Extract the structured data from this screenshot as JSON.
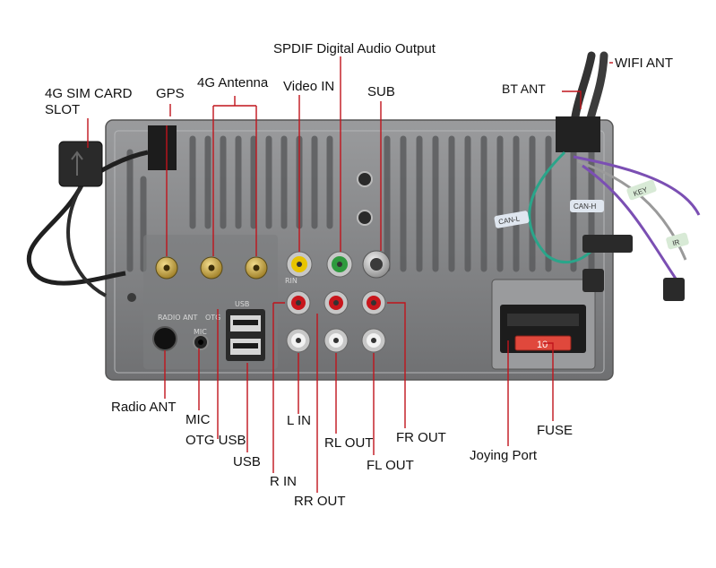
{
  "labels": {
    "spdif": "SPDIF Digital Audio Output",
    "wifi_ant": "WIFI ANT",
    "sim_line1": "4G SIM CARD",
    "sim_line2": "SLOT",
    "gps": "GPS",
    "antenna_4g": "4G Antenna",
    "video_in": "Video IN",
    "sub": "SUB",
    "bt_ant": "BT ANT",
    "radio_ant": "Radio ANT",
    "mic": "MIC",
    "otg_usb": "OTG USB",
    "usb": "USB",
    "l_in": "L IN",
    "r_in": "R IN",
    "rl_out": "RL OUT",
    "rr_out": "RR OUT",
    "fl_out": "FL OUT",
    "fr_out": "FR OUT",
    "joying_port": "Joying Port",
    "fuse": "FUSE"
  },
  "panel_markings": {
    "radio_ant": "RADIO ANT",
    "otg": "OTG",
    "usb": "USB",
    "mic": "MIC",
    "rin": "RIN",
    "fuse_value": "10"
  },
  "cable_tags": {
    "key": "KEY",
    "can_h": "CAN-H",
    "can_l": "CAN-L",
    "ir": "IR"
  },
  "colors": {
    "leader_line": "#c0141c",
    "panel": "#8b8c8e",
    "fuse": "#e0483c",
    "video_rca": "#e8c400",
    "spdif_rca": "#2e9a3e",
    "red_rca": "#c8161c",
    "white_rca": "#f2f2f2",
    "wire_teal": "#2aa58a",
    "wire_purple": "#7b4fb3"
  }
}
